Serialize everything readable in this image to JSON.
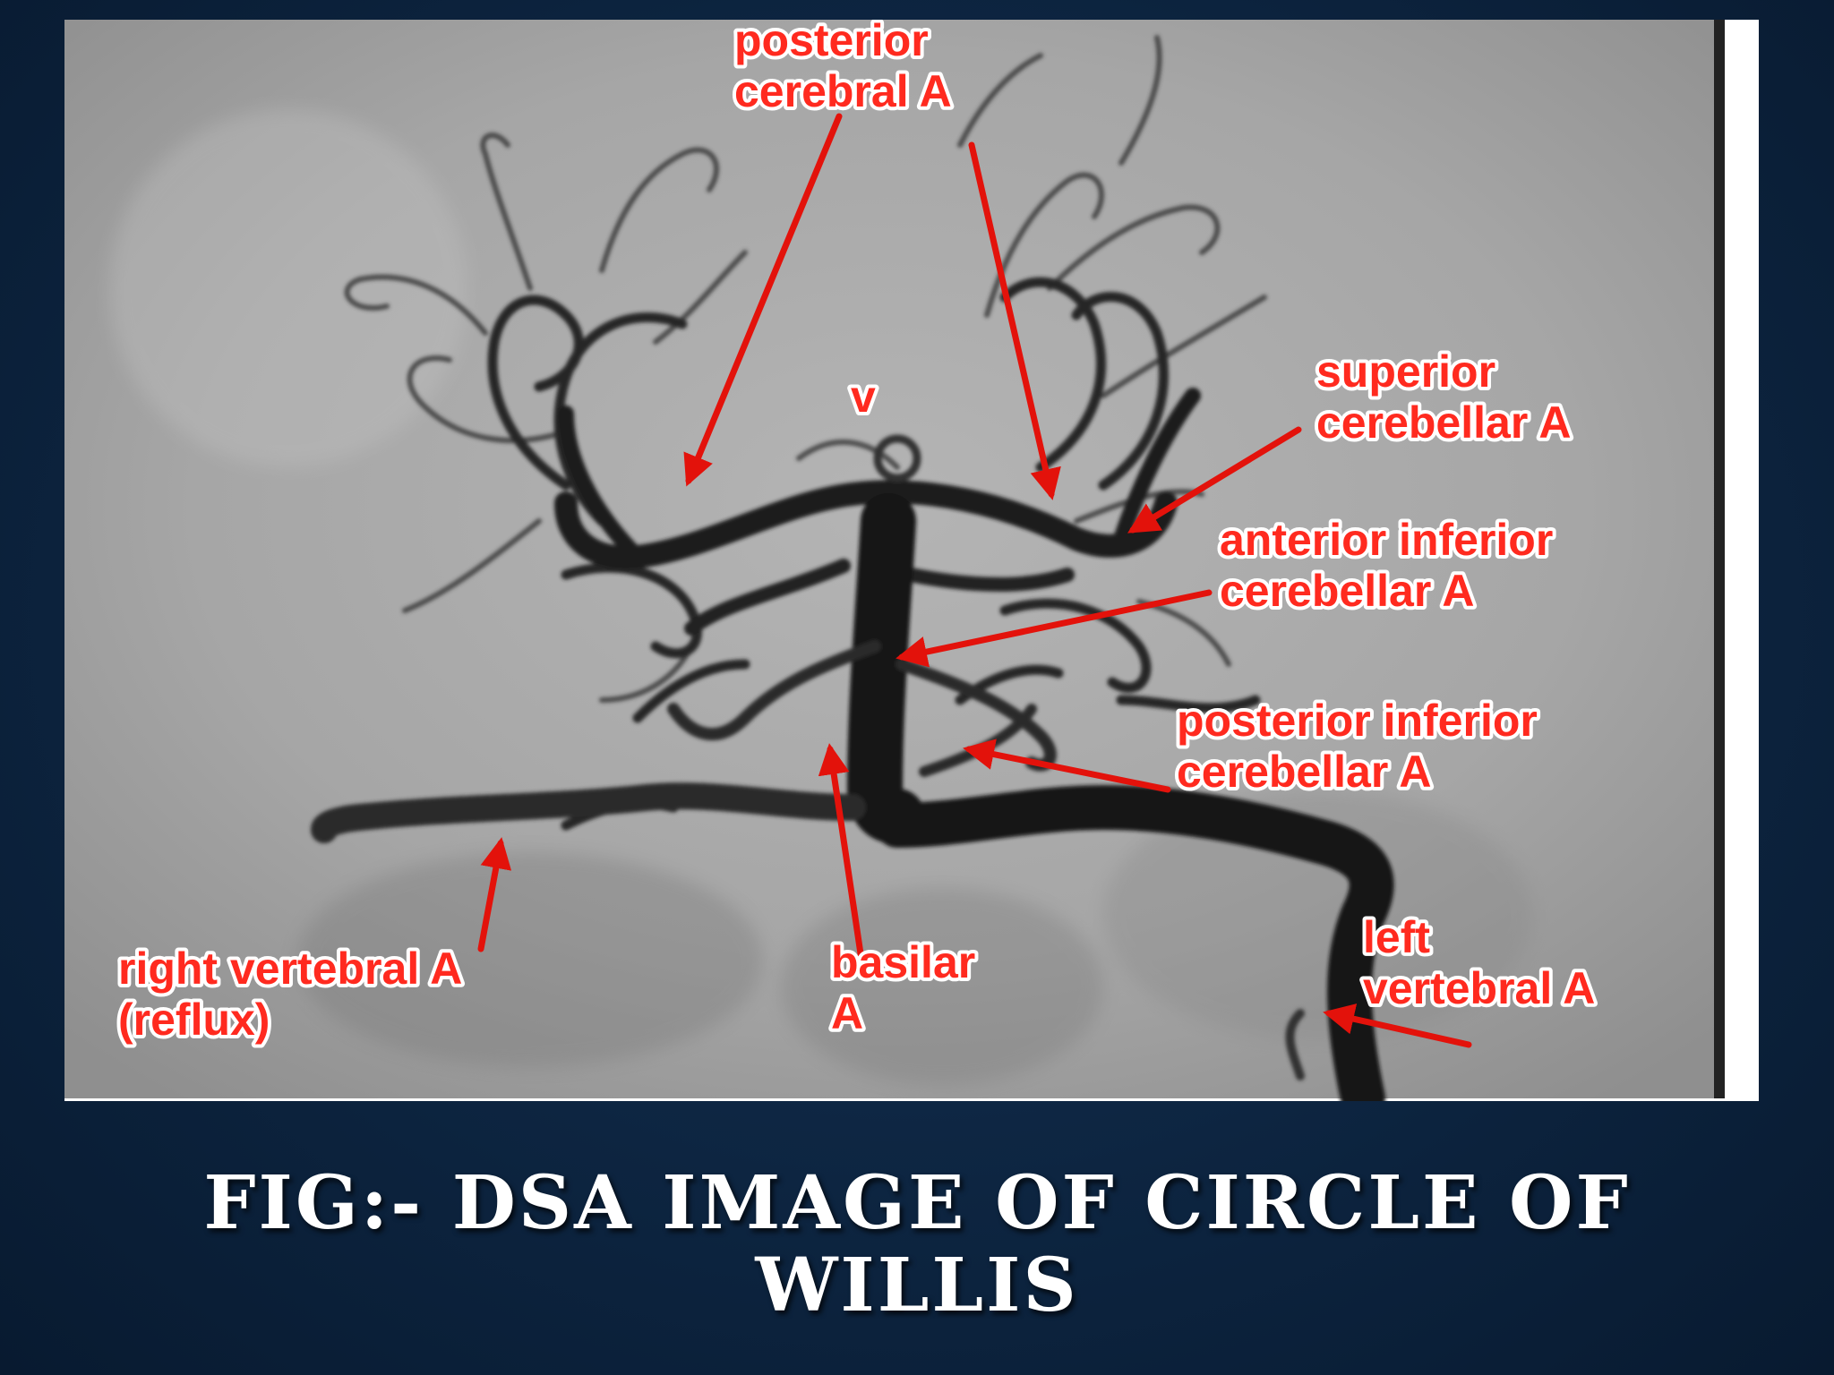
{
  "labels": {
    "posterior_cerebral": [
      "posterior",
      "cerebral A"
    ],
    "superior_cerebellar": [
      "superior",
      "cerebellar A"
    ],
    "anterior_inferior_cerebellar": [
      "anterior inferior",
      "cerebellar A"
    ],
    "posterior_inferior_cerebellar": [
      "posterior inferior",
      "cerebellar A"
    ],
    "right_vertebral": [
      "right vertebral A",
      "(reflux)"
    ],
    "basilar": [
      "basilar",
      "A"
    ],
    "left_vertebral": [
      "left",
      "vertebral A"
    ],
    "v_mark": "v"
  },
  "caption": [
    "FIG:- DSA IMAGE OF CIRCLE OF",
    "WILLIS"
  ],
  "colors": {
    "label_red": "#ff2a1f",
    "arrow_red": "#e3120b",
    "background_navy": "#0e2744",
    "vessel_dark": "#1c1c1c",
    "radiograph_gray": "#a9a9a9"
  }
}
